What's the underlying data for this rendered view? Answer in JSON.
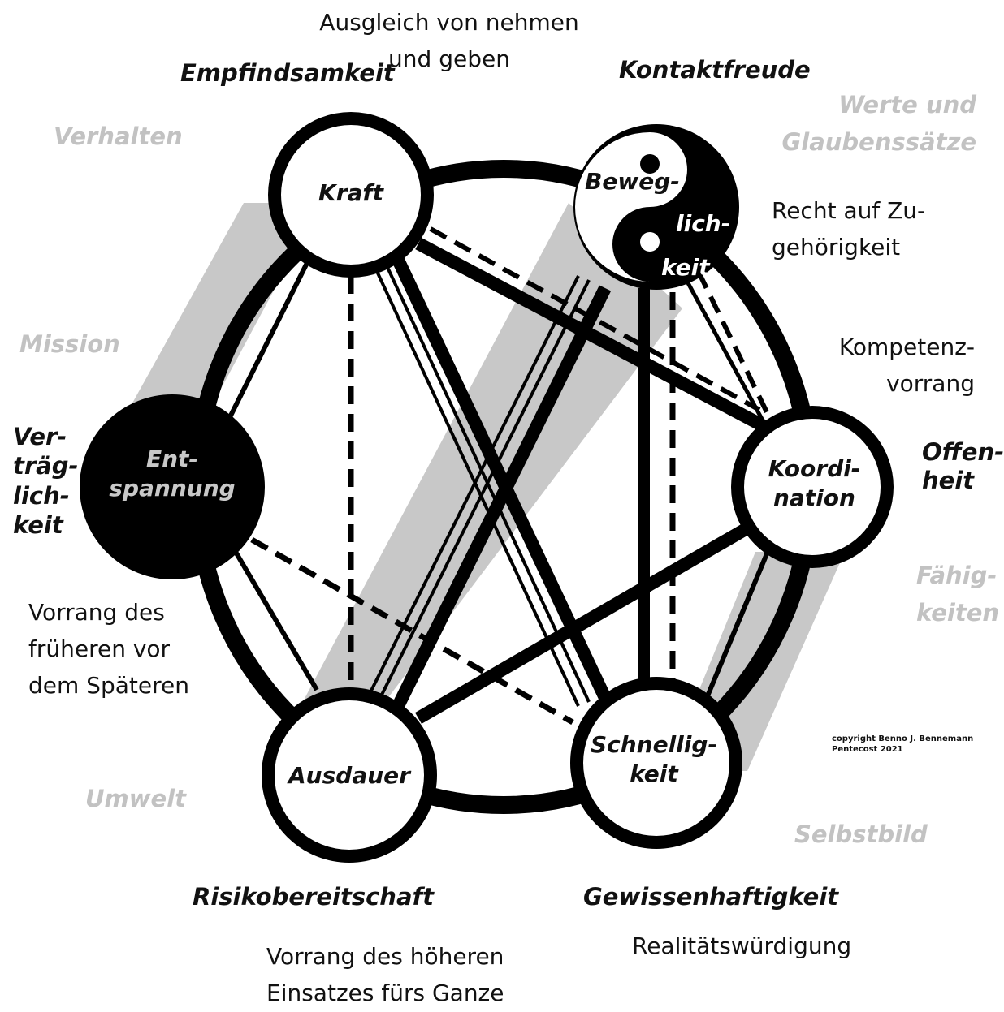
{
  "nodes": {
    "kraft": "Kraft",
    "beweglichkeit": [
      "Beweg-",
      "lich-",
      "keit"
    ],
    "koordination": "Koordi-\nnation",
    "schnelligkeit": "Schnellig-\nkeit",
    "ausdauer": "Ausdauer",
    "entspannung": "Ent-\nspannung"
  },
  "traits": {
    "empfindsamkeit": "Empfindsamkeit",
    "kontaktfreude": "Kontaktfreude",
    "offenheit": "Offen-\nheit",
    "gewissenhaftigkeit": "Gewissenhaftigkeit",
    "risikobereitschaft": "Risikobereitschaft",
    "vertraeglichkeit": "Ver-\nträg-\nlich-\nkeit"
  },
  "levels": {
    "verhalten": "Verhalten",
    "werte": "Werte und\nGlaubenssätze",
    "mission": "Mission",
    "faehigkeiten": "Fähig-\nkeiten",
    "umwelt": "Umwelt",
    "selbstbild": "Selbstbild"
  },
  "principles": {
    "ausgleich": "Ausgleich von nehmen\nund geben",
    "zugehoerigkeit": "Recht auf Zu-\ngehörigkeit",
    "kompetenz": "Kompetenz-\nvorrang",
    "frueheren": "Vorrang des\nfrüheren vor\ndem Späteren",
    "hoeheren": "Vorrang des höheren\nEinsatzes fürs Ganze",
    "realitaet": "Realitätswürdigung"
  },
  "copyright": "copyright Benno J. Bennemann\nPentecost 2021"
}
